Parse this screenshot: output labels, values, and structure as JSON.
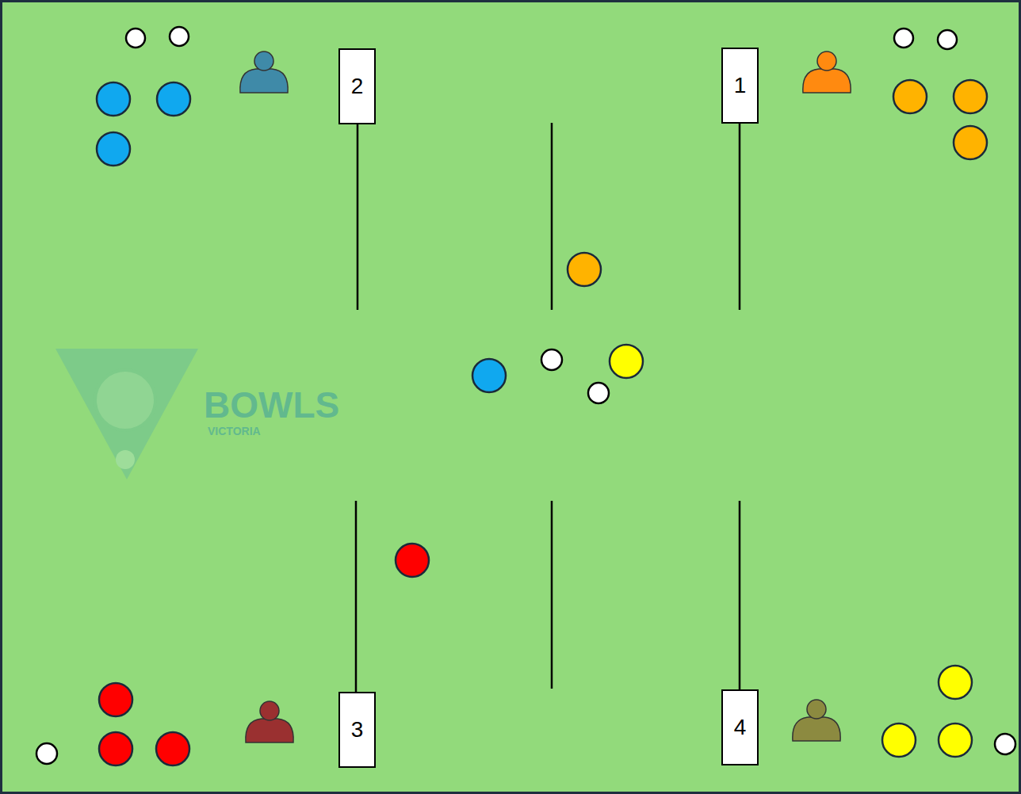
{
  "diagram": {
    "nodes": [
      {
        "text": [
          "2"
        ]
      },
      {
        "text": [
          "1"
        ]
      },
      {
        "text": [
          "3"
        ]
      },
      {
        "text": [
          "4"
        ]
      }
    ],
    "labels": [
      "BOWLS",
      "VICTORIA"
    ]
  }
}
